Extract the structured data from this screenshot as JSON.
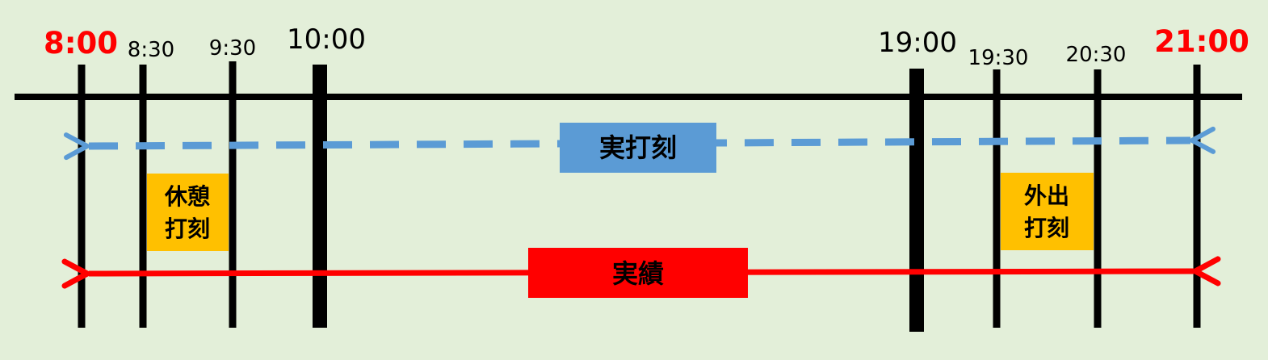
{
  "colors": {
    "background": "#e3efd9",
    "axis": "#000000",
    "start_end_label": "#ff0000",
    "stamp_arrow": "#5b9bd5",
    "result_arrow": "#ff0000",
    "event_box": "#ffc000"
  },
  "timeline": {
    "start_label": "8:00",
    "end_label": "21:00",
    "ticks": [
      {
        "id": "t0800",
        "label": "8:00"
      },
      {
        "id": "t0830",
        "label": "8:30"
      },
      {
        "id": "t0930",
        "label": "9:30"
      },
      {
        "id": "t1000",
        "label": "10:00"
      },
      {
        "id": "t1900",
        "label": "19:00"
      },
      {
        "id": "t1930",
        "label": "19:30"
      },
      {
        "id": "t2030",
        "label": "20:30"
      },
      {
        "id": "t2100",
        "label": "21:00"
      }
    ]
  },
  "arrows": {
    "stamp": {
      "label": "実打刻",
      "style": "dashed"
    },
    "result": {
      "label": "実績",
      "style": "solid"
    }
  },
  "events": {
    "break_stamp": {
      "line1": "休憩",
      "line2": "打刻"
    },
    "outing_stamp": {
      "line1": "外出",
      "line2": "打刻"
    }
  }
}
